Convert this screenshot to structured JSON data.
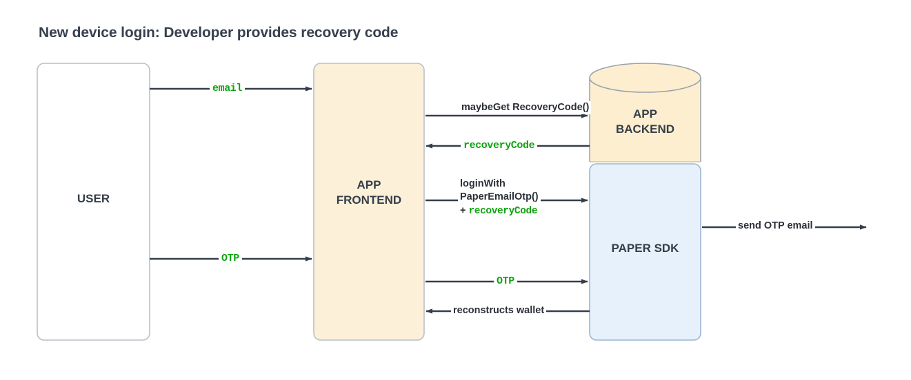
{
  "title": "New device login: Developer provides recovery code",
  "colors": {
    "title_text": "#37404e",
    "node_text": "#333e49",
    "edge_line": "#333e49",
    "edge_text": "#2b2f36",
    "code_green": "#11a211",
    "user_fill": "#ffffff",
    "user_stroke": "#b9bfc9",
    "frontend_fill": "#fdf0d9",
    "frontend_stroke": "#b9bfc9",
    "backend_fill": "#fceecf",
    "backend_stroke": "#9aa1ae",
    "sdk_fill": "#e6f1fb",
    "sdk_stroke": "#9ab6d4",
    "page_bg": "#ffffff"
  },
  "nodes": [
    {
      "id": "user",
      "label": "USER",
      "shape": "rounded-rect"
    },
    {
      "id": "frontend",
      "label": "APP\nFRONTEND",
      "shape": "rounded-rect"
    },
    {
      "id": "backend",
      "label": "APP\nBACKEND",
      "shape": "cylinder"
    },
    {
      "id": "sdk",
      "label": "PAPER SDK",
      "shape": "rounded-rect"
    }
  ],
  "edges": [
    {
      "id": "email",
      "from": "user",
      "to": "frontend",
      "direction": "right",
      "label": "email",
      "label_style": "code"
    },
    {
      "id": "maybe-get-recovery-code",
      "from": "frontend",
      "to": "backend",
      "direction": "right",
      "label": "maybeGet\nRecoveryCode()",
      "label_style": "plain"
    },
    {
      "id": "recovery-code-return",
      "from": "backend",
      "to": "frontend",
      "direction": "left",
      "label": "recoveryCode",
      "label_style": "code"
    },
    {
      "id": "login-with-paper-email-otp",
      "from": "frontend",
      "to": "sdk",
      "direction": "right",
      "label_line1": "loginWith",
      "label_line2": "PaperEmailOtp()",
      "label_line3_prefix": "+ ",
      "label_line3_code": "recoveryCode",
      "label_style": "mixed"
    },
    {
      "id": "otp-user",
      "from": "user",
      "to": "frontend",
      "direction": "right",
      "label": "OTP",
      "label_style": "code"
    },
    {
      "id": "otp-sdk",
      "from": "frontend",
      "to": "sdk",
      "direction": "right",
      "label": "OTP",
      "label_style": "code"
    },
    {
      "id": "reconstructs-wallet",
      "from": "sdk",
      "to": "frontend",
      "direction": "left",
      "label": "reconstructs wallet",
      "label_style": "plain"
    },
    {
      "id": "send-otp-email",
      "from": "sdk",
      "to": "external",
      "direction": "right",
      "label": "send OTP email",
      "label_style": "plain"
    }
  ]
}
